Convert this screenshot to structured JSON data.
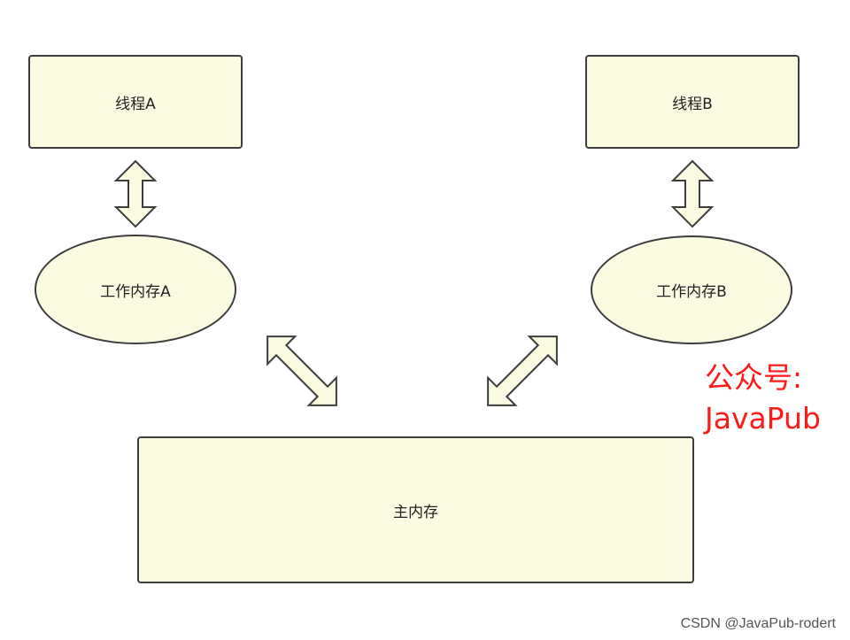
{
  "diagram": {
    "thread_a": "线程A",
    "thread_b": "线程B",
    "working_memory_a": "工作内存A",
    "working_memory_b": "工作内存B",
    "main_memory": "主内存"
  },
  "watermark": {
    "line1": "公众号:",
    "line2": "JavaPub",
    "color": "#ff1a1a"
  },
  "footer": {
    "credit": "CSDN @JavaPub-rodert"
  },
  "colors": {
    "node_fill": "#fbfbe2",
    "node_stroke": "#3d3d3d"
  }
}
